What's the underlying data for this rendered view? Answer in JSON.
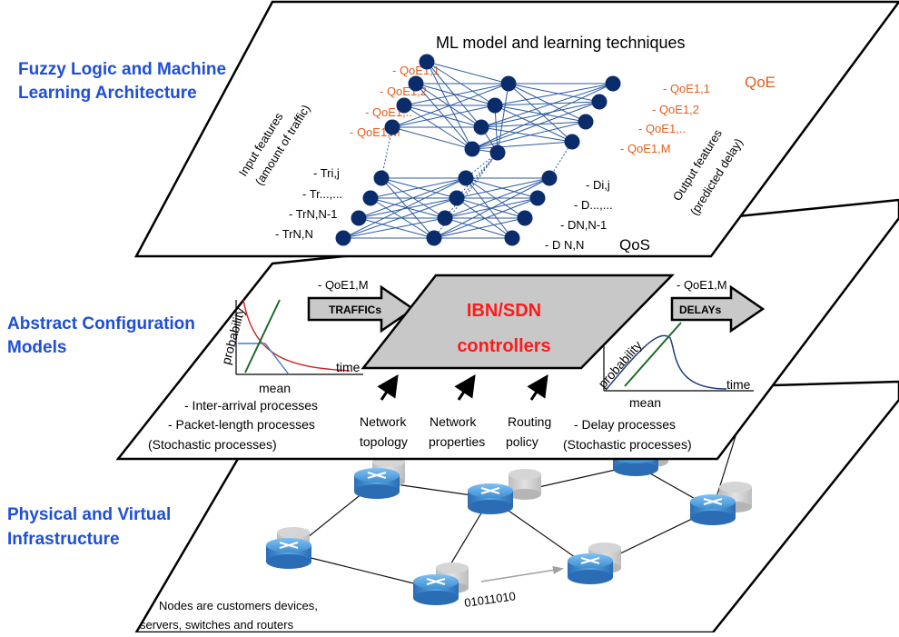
{
  "layers": {
    "top": {
      "title_lines": [
        "Fuzzy Logic and Machine",
        "Learning Architecture"
      ]
    },
    "middle": {
      "title_lines": [
        "Abstract Configuration",
        "Models"
      ]
    },
    "bottom": {
      "title_lines": [
        "Physical and Virtual",
        "Infrastructure"
      ]
    }
  },
  "ml": {
    "heading": "ML model and learning techniques",
    "qoe_label": "QoE",
    "qos_label": "QoS",
    "input_axis_lines": [
      "Input features",
      "(amount of traffic)"
    ],
    "output_axis_lines": [
      "Output features",
      "(predicted delay)"
    ],
    "qoe_inputs": [
      "- QoE1,1",
      "- QoE1,2",
      "- QoE1,..",
      "- QoE1,M"
    ],
    "qoe_outputs": [
      "- QoE1,1",
      "- QoE1,2",
      "- QoE1,..",
      "- QoE1,M"
    ],
    "traffic_inputs": [
      "- Tri,j",
      "- Tr...,...",
      "- TrN,N-1",
      "- TrN,N"
    ],
    "delay_outputs": [
      "- Di,j",
      "- D...,...",
      "- DN,N-1",
      "- D N,N"
    ]
  },
  "config": {
    "controller_lines": [
      "IBN/SDN",
      "controllers"
    ],
    "traffic_arrow": "TRAFFICs",
    "delay_arrow": "DELAYs",
    "qoe_left": "- QoE1,M",
    "qoe_right": "- QoE1,M",
    "plot_left": {
      "ylabel": "probability",
      "xlabel": "time",
      "mean_label": "mean"
    },
    "plot_right": {
      "ylabel": "probability",
      "xlabel": "time",
      "mean_label": "mean"
    },
    "left_processes": [
      "- Inter-arrival processes",
      "- Packet-length processes",
      "(Stochastic processes)"
    ],
    "right_processes": [
      "- Delay processes",
      "(Stochastic processes)"
    ],
    "inputs": [
      {
        "line1": "Network",
        "line2": "topology"
      },
      {
        "line1": "Network",
        "line2": "properties"
      },
      {
        "line1": "Routing",
        "line2": "policy"
      }
    ]
  },
  "infra": {
    "bitstream": "01011010",
    "note_lines": [
      "Nodes are customers devices,",
      "servers, switches and routers"
    ]
  },
  "colors": {
    "title_blue": "#1f4fd6",
    "node_navy": "#0b2c6b",
    "edge_blue": "#2d5aa0",
    "orange": "#e35d1c",
    "controller_red": "#ff1a1a",
    "controller_gray": "#c8c8c8",
    "router_blue": "#3f8fd2"
  }
}
